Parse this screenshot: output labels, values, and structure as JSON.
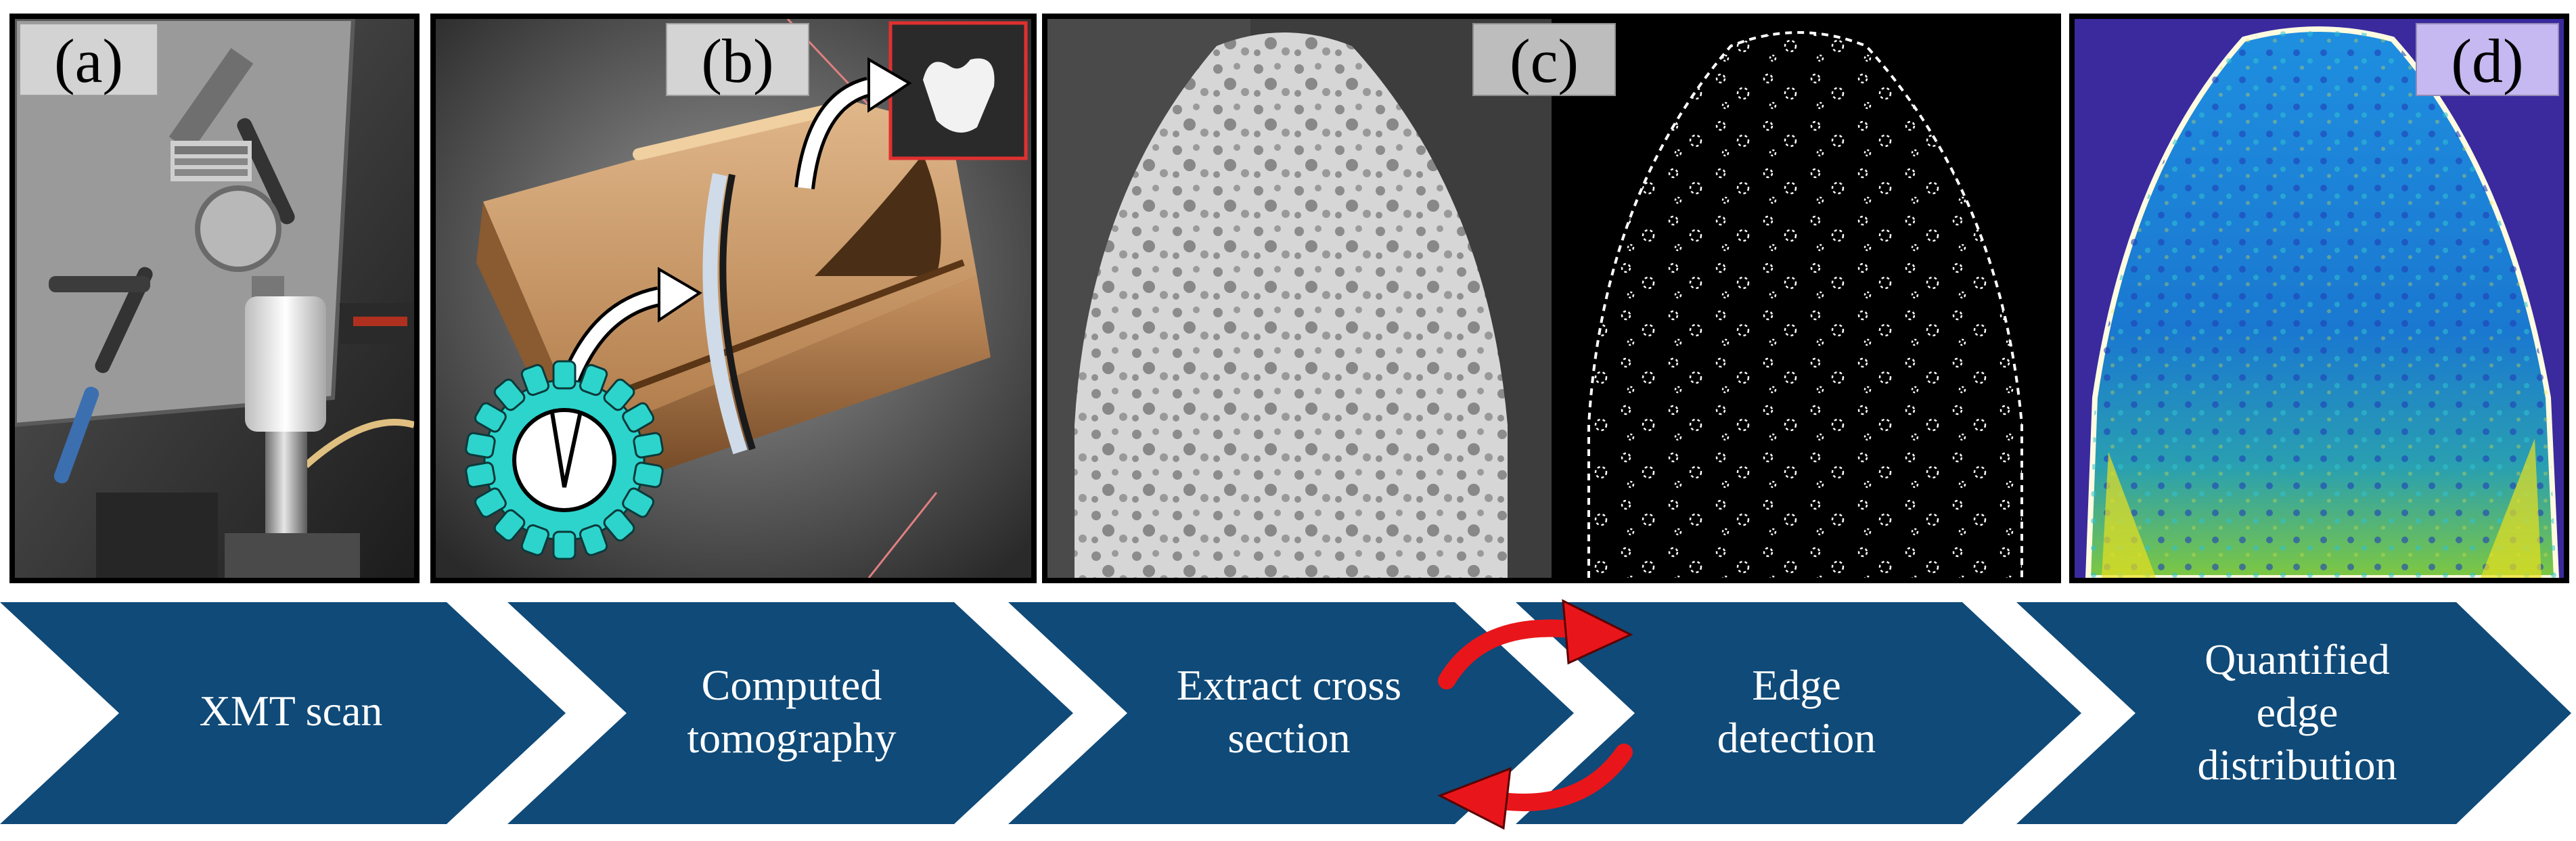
{
  "panels": {
    "a": {
      "tag": "(a)"
    },
    "b": {
      "tag": "(b)"
    },
    "c": {
      "tag": "(c)"
    },
    "d": {
      "tag": "(d)"
    }
  },
  "flow": {
    "color": "#0f4a78",
    "arrow_color": "#e8161a",
    "steps": [
      {
        "label": "XMT scan"
      },
      {
        "label": "Computed\ntomography"
      },
      {
        "label": "Extract cross\nsection"
      },
      {
        "label": "Edge\ndetection"
      },
      {
        "label": "Quantified\nedge\ndistribution"
      }
    ]
  }
}
